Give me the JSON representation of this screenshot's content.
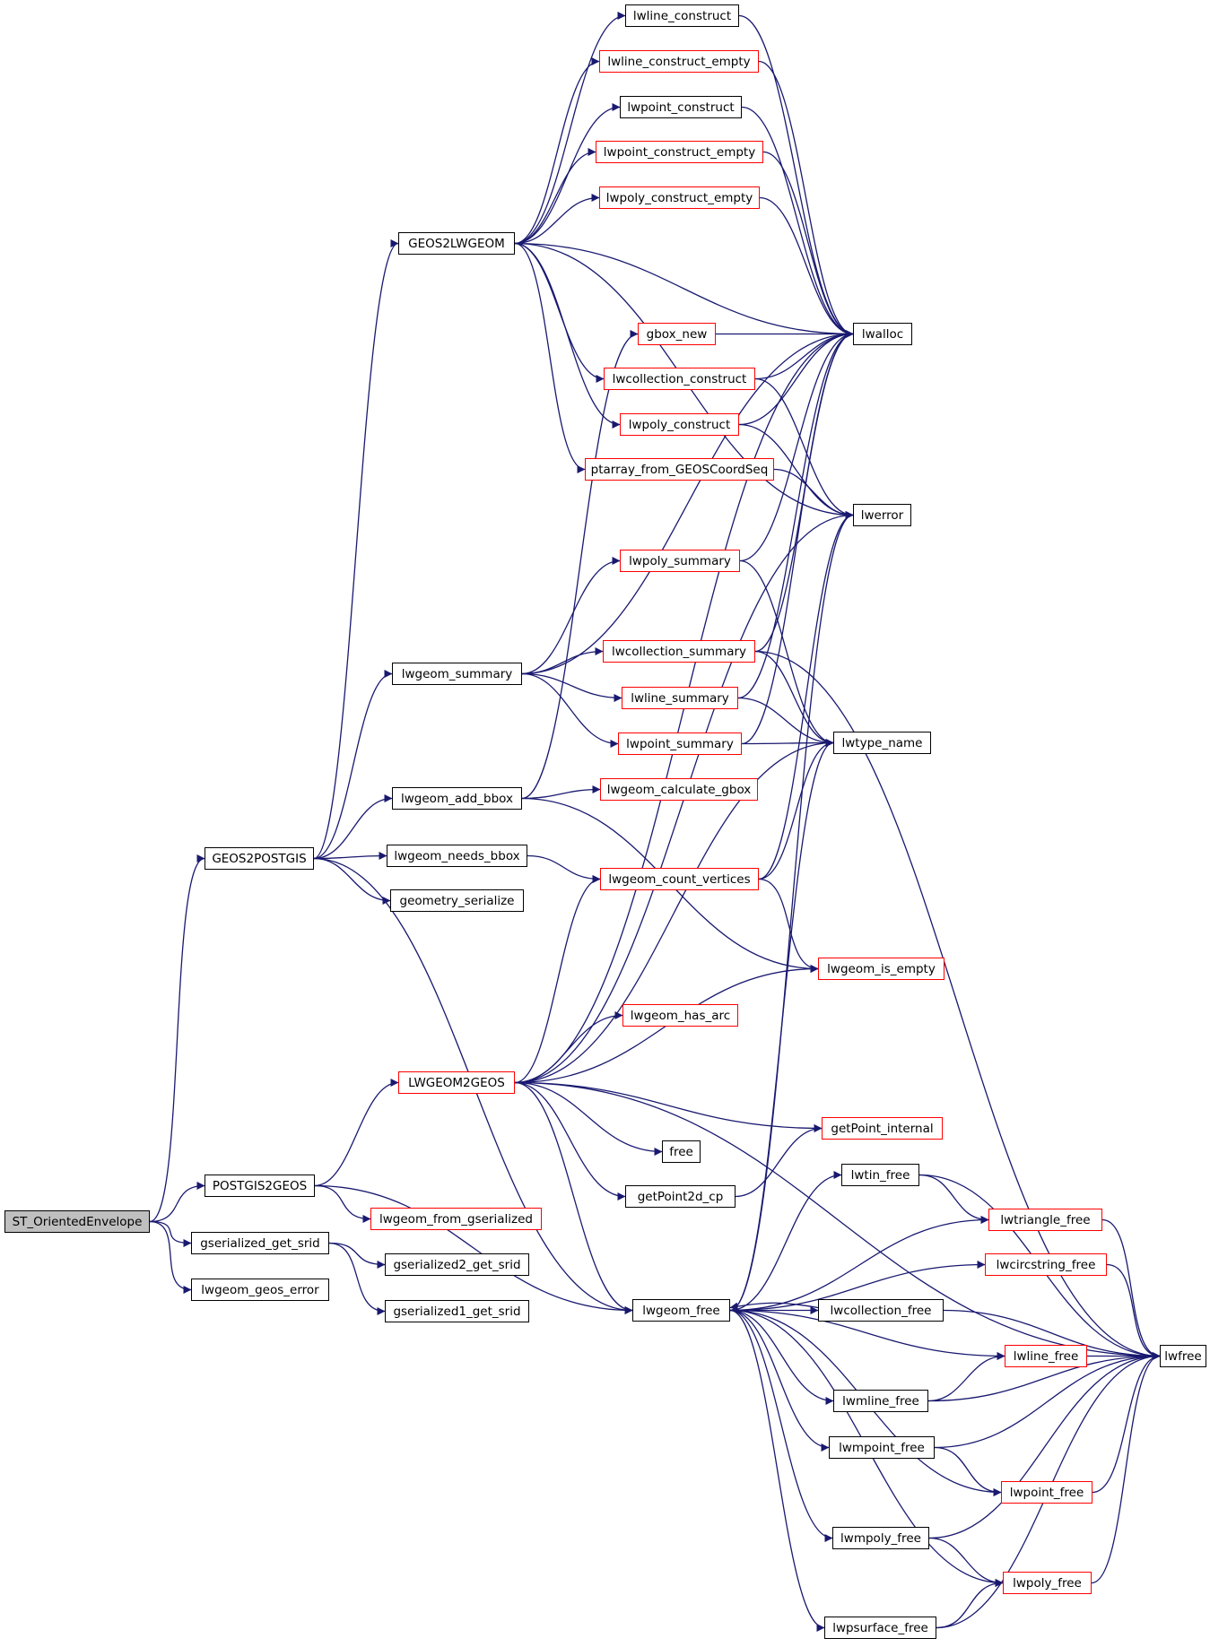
{
  "graph": {
    "type": "call-graph",
    "edge_color": "#191970",
    "node_border_colors": {
      "normal": "#000000",
      "incomplete": "#ff0000"
    },
    "root_fill": "#bfbfbf",
    "nodes": [
      {
        "id": "ST_OrientedEnvelope",
        "label": "ST_OrientedEnvelope",
        "style": "root"
      },
      {
        "id": "GEOS2POSTGIS",
        "label": "GEOS2POSTGIS",
        "style": "normal"
      },
      {
        "id": "POSTGIS2GEOS",
        "label": "POSTGIS2GEOS",
        "style": "normal"
      },
      {
        "id": "gserialized_get_srid",
        "label": "gserialized_get_srid",
        "style": "normal"
      },
      {
        "id": "lwgeom_geos_error",
        "label": "lwgeom_geos_error",
        "style": "normal"
      },
      {
        "id": "GEOS2LWGEOM",
        "label": "GEOS2LWGEOM",
        "style": "normal"
      },
      {
        "id": "lwgeom_summary",
        "label": "lwgeom_summary",
        "style": "normal"
      },
      {
        "id": "lwgeom_add_bbox",
        "label": "lwgeom_add_bbox",
        "style": "normal"
      },
      {
        "id": "lwgeom_needs_bbox",
        "label": "lwgeom_needs_bbox",
        "style": "normal"
      },
      {
        "id": "geometry_serialize",
        "label": "geometry_serialize",
        "style": "normal"
      },
      {
        "id": "LWGEOM2GEOS",
        "label": "LWGEOM2GEOS",
        "style": "incomplete"
      },
      {
        "id": "lwgeom_from_gserialized",
        "label": "lwgeom_from_gserialized",
        "style": "incomplete"
      },
      {
        "id": "gserialized2_get_srid",
        "label": "gserialized2_get_srid",
        "style": "normal"
      },
      {
        "id": "gserialized1_get_srid",
        "label": "gserialized1_get_srid",
        "style": "normal"
      },
      {
        "id": "lwline_construct",
        "label": "lwline_construct",
        "style": "normal"
      },
      {
        "id": "lwline_construct_empty",
        "label": "lwline_construct_empty",
        "style": "incomplete"
      },
      {
        "id": "lwpoint_construct",
        "label": "lwpoint_construct",
        "style": "normal"
      },
      {
        "id": "lwpoint_construct_empty",
        "label": "lwpoint_construct_empty",
        "style": "incomplete"
      },
      {
        "id": "lwpoly_construct_empty",
        "label": "lwpoly_construct_empty",
        "style": "incomplete"
      },
      {
        "id": "gbox_new",
        "label": "gbox_new",
        "style": "incomplete"
      },
      {
        "id": "lwcollection_construct",
        "label": "lwcollection_construct",
        "style": "incomplete"
      },
      {
        "id": "lwpoly_construct",
        "label": "lwpoly_construct",
        "style": "incomplete"
      },
      {
        "id": "ptarray_from_GEOSCoordSeq",
        "label": "ptarray_from_GEOSCoordSeq",
        "style": "incomplete"
      },
      {
        "id": "lwpoly_summary",
        "label": "lwpoly_summary",
        "style": "incomplete"
      },
      {
        "id": "lwcollection_summary",
        "label": "lwcollection_summary",
        "style": "incomplete"
      },
      {
        "id": "lwline_summary",
        "label": "lwline_summary",
        "style": "incomplete"
      },
      {
        "id": "lwpoint_summary",
        "label": "lwpoint_summary",
        "style": "incomplete"
      },
      {
        "id": "lwgeom_calculate_gbox",
        "label": "lwgeom_calculate_gbox",
        "style": "incomplete"
      },
      {
        "id": "lwgeom_count_vertices",
        "label": "lwgeom_count_vertices",
        "style": "incomplete"
      },
      {
        "id": "lwgeom_has_arc",
        "label": "lwgeom_has_arc",
        "style": "incomplete"
      },
      {
        "id": "free",
        "label": "free",
        "style": "normal"
      },
      {
        "id": "getPoint2d_cp",
        "label": "getPoint2d_cp",
        "style": "normal"
      },
      {
        "id": "lwgeom_free",
        "label": "lwgeom_free",
        "style": "normal"
      },
      {
        "id": "lwalloc",
        "label": "lwalloc",
        "style": "normal"
      },
      {
        "id": "lwerror",
        "label": "lwerror",
        "style": "normal"
      },
      {
        "id": "lwtype_name",
        "label": "lwtype_name",
        "style": "normal"
      },
      {
        "id": "lwgeom_is_empty",
        "label": "lwgeom_is_empty",
        "style": "incomplete"
      },
      {
        "id": "getPoint_internal",
        "label": "getPoint_internal",
        "style": "incomplete"
      },
      {
        "id": "lwtin_free",
        "label": "lwtin_free",
        "style": "normal"
      },
      {
        "id": "lwtriangle_free",
        "label": "lwtriangle_free",
        "style": "incomplete"
      },
      {
        "id": "lwcircstring_free",
        "label": "lwcircstring_free",
        "style": "incomplete"
      },
      {
        "id": "lwcollection_free",
        "label": "lwcollection_free",
        "style": "normal"
      },
      {
        "id": "lwline_free",
        "label": "lwline_free",
        "style": "incomplete"
      },
      {
        "id": "lwmline_free",
        "label": "lwmline_free",
        "style": "normal"
      },
      {
        "id": "lwmpoint_free",
        "label": "lwmpoint_free",
        "style": "normal"
      },
      {
        "id": "lwpoint_free",
        "label": "lwpoint_free",
        "style": "incomplete"
      },
      {
        "id": "lwmpoly_free",
        "label": "lwmpoly_free",
        "style": "normal"
      },
      {
        "id": "lwpoly_free",
        "label": "lwpoly_free",
        "style": "incomplete"
      },
      {
        "id": "lwpsurface_free",
        "label": "lwpsurface_free",
        "style": "normal"
      },
      {
        "id": "lwfree",
        "label": "lwfree",
        "style": "normal"
      }
    ],
    "edges": [
      [
        "ST_OrientedEnvelope",
        "GEOS2POSTGIS"
      ],
      [
        "ST_OrientedEnvelope",
        "POSTGIS2GEOS"
      ],
      [
        "ST_OrientedEnvelope",
        "gserialized_get_srid"
      ],
      [
        "ST_OrientedEnvelope",
        "lwgeom_geos_error"
      ],
      [
        "GEOS2POSTGIS",
        "GEOS2LWGEOM"
      ],
      [
        "GEOS2POSTGIS",
        "lwgeom_summary"
      ],
      [
        "GEOS2POSTGIS",
        "lwgeom_add_bbox"
      ],
      [
        "GEOS2POSTGIS",
        "lwgeom_needs_bbox"
      ],
      [
        "GEOS2POSTGIS",
        "geometry_serialize"
      ],
      [
        "GEOS2POSTGIS",
        "lwgeom_free"
      ],
      [
        "POSTGIS2GEOS",
        "LWGEOM2GEOS"
      ],
      [
        "POSTGIS2GEOS",
        "lwgeom_from_gserialized"
      ],
      [
        "POSTGIS2GEOS",
        "lwgeom_free"
      ],
      [
        "gserialized_get_srid",
        "gserialized2_get_srid"
      ],
      [
        "gserialized_get_srid",
        "gserialized1_get_srid"
      ],
      [
        "GEOS2LWGEOM",
        "lwline_construct"
      ],
      [
        "GEOS2LWGEOM",
        "lwline_construct_empty"
      ],
      [
        "GEOS2LWGEOM",
        "lwpoint_construct"
      ],
      [
        "GEOS2LWGEOM",
        "lwpoint_construct_empty"
      ],
      [
        "GEOS2LWGEOM",
        "lwpoly_construct_empty"
      ],
      [
        "GEOS2LWGEOM",
        "lwalloc"
      ],
      [
        "GEOS2LWGEOM",
        "lwcollection_construct"
      ],
      [
        "GEOS2LWGEOM",
        "lwpoly_construct"
      ],
      [
        "GEOS2LWGEOM",
        "ptarray_from_GEOSCoordSeq"
      ],
      [
        "GEOS2LWGEOM",
        "lwerror"
      ],
      [
        "lwline_construct",
        "lwalloc"
      ],
      [
        "lwline_construct_empty",
        "lwalloc"
      ],
      [
        "lwpoint_construct",
        "lwalloc"
      ],
      [
        "lwpoint_construct_empty",
        "lwalloc"
      ],
      [
        "lwpoly_construct_empty",
        "lwalloc"
      ],
      [
        "gbox_new",
        "lwalloc"
      ],
      [
        "lwcollection_construct",
        "lwalloc"
      ],
      [
        "lwcollection_construct",
        "lwerror"
      ],
      [
        "lwpoly_construct",
        "lwalloc"
      ],
      [
        "lwpoly_construct",
        "lwerror"
      ],
      [
        "ptarray_from_GEOSCoordSeq",
        "lwerror"
      ],
      [
        "lwgeom_summary",
        "lwalloc"
      ],
      [
        "lwgeom_summary",
        "lwpoly_summary"
      ],
      [
        "lwgeom_summary",
        "lwcollection_summary"
      ],
      [
        "lwgeom_summary",
        "lwline_summary"
      ],
      [
        "lwgeom_summary",
        "lwpoint_summary"
      ],
      [
        "lwpoly_summary",
        "lwalloc"
      ],
      [
        "lwpoly_summary",
        "lwtype_name"
      ],
      [
        "lwcollection_summary",
        "lwalloc"
      ],
      [
        "lwcollection_summary",
        "lwtype_name"
      ],
      [
        "lwcollection_summary",
        "lwfree"
      ],
      [
        "lwline_summary",
        "lwalloc"
      ],
      [
        "lwline_summary",
        "lwtype_name"
      ],
      [
        "lwpoint_summary",
        "lwalloc"
      ],
      [
        "lwpoint_summary",
        "lwtype_name"
      ],
      [
        "lwgeom_add_bbox",
        "gbox_new"
      ],
      [
        "lwgeom_add_bbox",
        "lwgeom_calculate_gbox"
      ],
      [
        "lwgeom_add_bbox",
        "lwgeom_is_empty"
      ],
      [
        "lwgeom_needs_bbox",
        "lwgeom_count_vertices"
      ],
      [
        "lwgeom_count_vertices",
        "lwerror"
      ],
      [
        "lwgeom_count_vertices",
        "lwtype_name"
      ],
      [
        "lwgeom_count_vertices",
        "lwgeom_is_empty"
      ],
      [
        "LWGEOM2GEOS",
        "lwalloc"
      ],
      [
        "LWGEOM2GEOS",
        "lwerror"
      ],
      [
        "LWGEOM2GEOS",
        "lwtype_name"
      ],
      [
        "LWGEOM2GEOS",
        "lwgeom_count_vertices"
      ],
      [
        "LWGEOM2GEOS",
        "lwgeom_is_empty"
      ],
      [
        "LWGEOM2GEOS",
        "lwgeom_has_arc"
      ],
      [
        "LWGEOM2GEOS",
        "free"
      ],
      [
        "LWGEOM2GEOS",
        "getPoint2d_cp"
      ],
      [
        "LWGEOM2GEOS",
        "getPoint_internal"
      ],
      [
        "LWGEOM2GEOS",
        "lwfree"
      ],
      [
        "LWGEOM2GEOS",
        "lwgeom_free"
      ],
      [
        "getPoint2d_cp",
        "getPoint_internal"
      ],
      [
        "lwgeom_free",
        "lwerror"
      ],
      [
        "lwgeom_free",
        "lwtype_name"
      ],
      [
        "lwgeom_free",
        "lwtin_free"
      ],
      [
        "lwgeom_free",
        "lwtriangle_free"
      ],
      [
        "lwgeom_free",
        "lwcircstring_free"
      ],
      [
        "lwgeom_free",
        "lwcollection_free"
      ],
      [
        "lwgeom_free",
        "lwline_free"
      ],
      [
        "lwgeom_free",
        "lwmline_free"
      ],
      [
        "lwgeom_free",
        "lwmpoint_free"
      ],
      [
        "lwgeom_free",
        "lwpoint_free"
      ],
      [
        "lwgeom_free",
        "lwmpoly_free"
      ],
      [
        "lwgeom_free",
        "lwpoly_free"
      ],
      [
        "lwgeom_free",
        "lwpsurface_free"
      ],
      [
        "lwcollection_free",
        "lwgeom_free"
      ],
      [
        "lwcollection_free",
        "lwfree"
      ],
      [
        "lwtin_free",
        "lwtriangle_free"
      ],
      [
        "lwtin_free",
        "lwfree"
      ],
      [
        "lwtriangle_free",
        "lwfree"
      ],
      [
        "lwcircstring_free",
        "lwfree"
      ],
      [
        "lwline_free",
        "lwfree"
      ],
      [
        "lwmline_free",
        "lwline_free"
      ],
      [
        "lwmline_free",
        "lwfree"
      ],
      [
        "lwmpoint_free",
        "lwpoint_free"
      ],
      [
        "lwmpoint_free",
        "lwfree"
      ],
      [
        "lwpoint_free",
        "lwfree"
      ],
      [
        "lwmpoly_free",
        "lwpoly_free"
      ],
      [
        "lwmpoly_free",
        "lwfree"
      ],
      [
        "lwpoly_free",
        "lwfree"
      ],
      [
        "lwpsurface_free",
        "lwpoly_free"
      ],
      [
        "lwpsurface_free",
        "lwfree"
      ]
    ]
  }
}
